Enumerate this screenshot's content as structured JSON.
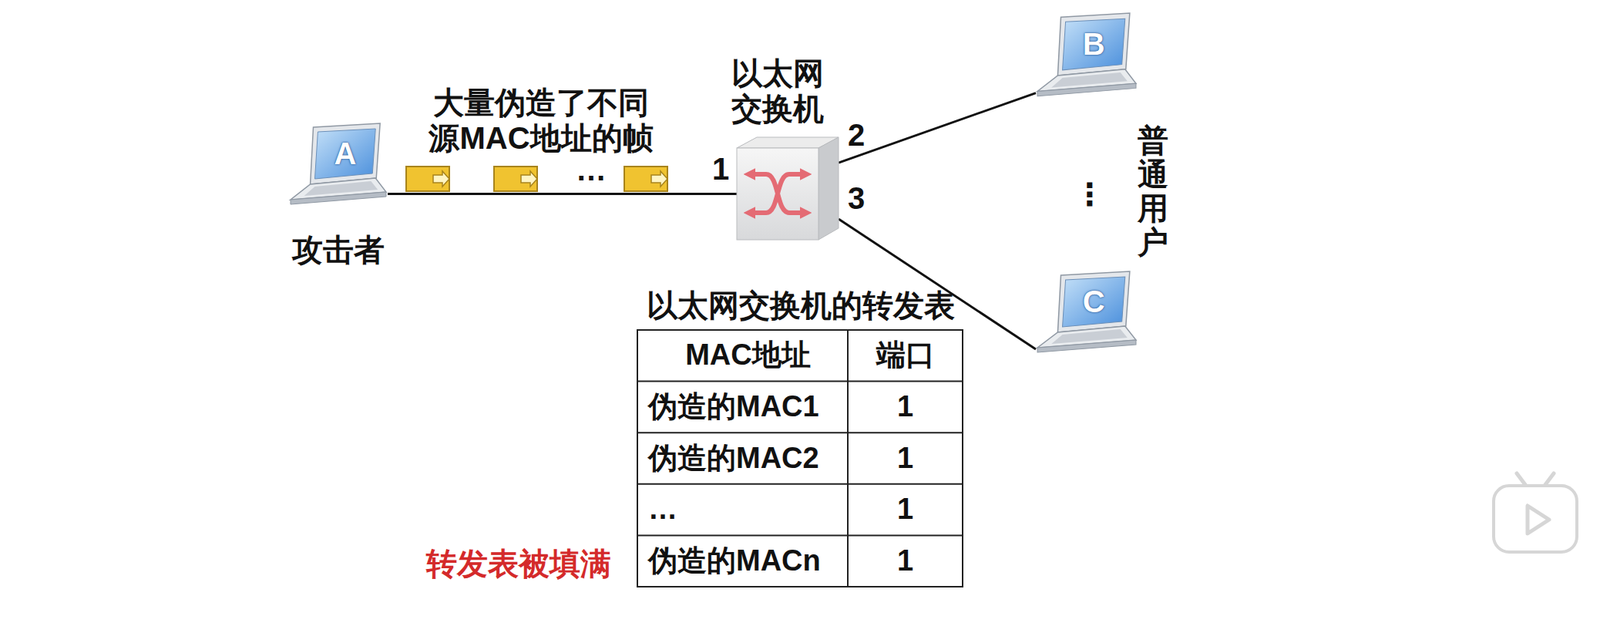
{
  "diagram": {
    "nodes": [
      {
        "text": [
          "A",
          "攻击者"
        ]
      },
      {
        "text": [
          "以太网 交换机"
        ]
      },
      {
        "text": [
          "B"
        ]
      },
      {
        "text": [
          "C"
        ]
      }
    ],
    "edges": [
      {
        "from": 0,
        "to": 1,
        "arrow": "none"
      },
      {
        "from": 1,
        "to": 2,
        "arrow": "none"
      },
      {
        "from": 1,
        "to": 3,
        "arrow": "none"
      }
    ],
    "labels": [
      "大量伪造了不同 源MAC地址的帧",
      "…",
      "1",
      "2",
      "3",
      "⋮",
      "普通用户",
      "以太网交换机的转发表",
      "MAC地址",
      "端口",
      "伪造的MAC1",
      "1",
      "伪造的MAC2",
      "1",
      "…",
      "1",
      "伪造的MACn",
      "1",
      "转发表被填满"
    ]
  }
}
